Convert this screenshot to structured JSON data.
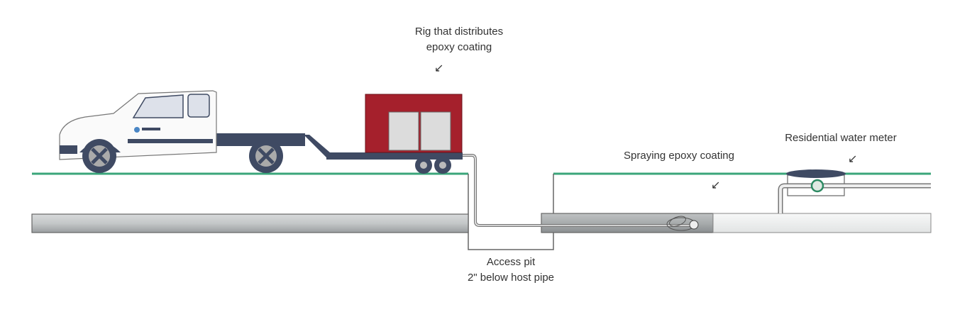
{
  "labels": {
    "rig": [
      "Rig that distributes",
      "epoxy coating"
    ],
    "spraying": "Spraying epoxy coating",
    "meter": "Residential water meter",
    "pit": [
      "Access pit",
      "2\" below host pipe"
    ]
  },
  "colors": {
    "ground": "#3aa57a",
    "rig_body": "#a5202c",
    "truck_dark": "#3f4a63",
    "pipe": "#b9bcbe",
    "coated_pipe": "#8e9294",
    "uncoated_pipe": "#eef0f0"
  }
}
